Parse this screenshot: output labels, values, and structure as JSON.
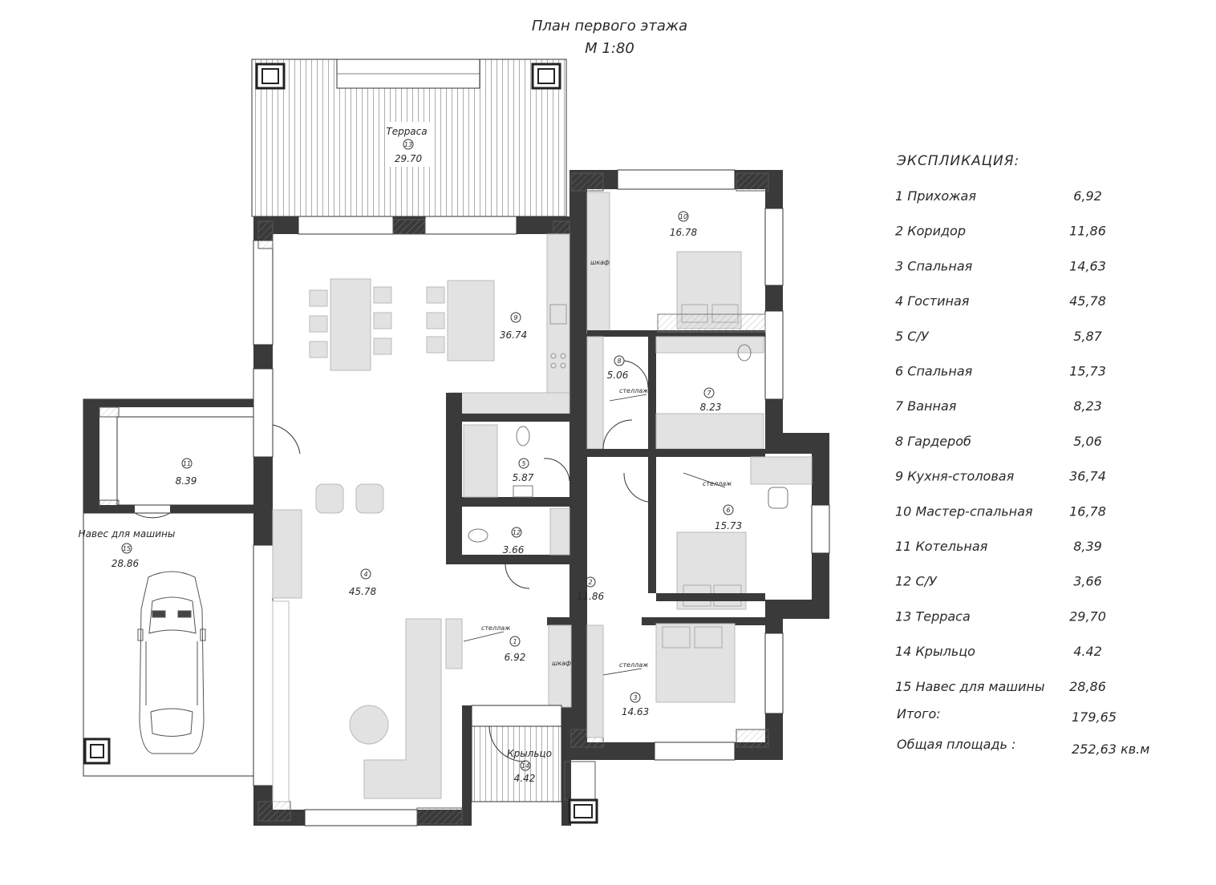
{
  "title": "План первого этажа",
  "scale": "М 1:80",
  "rooms": [
    {
      "num": "1",
      "area": "6.92"
    },
    {
      "num": "2",
      "area": "11.86"
    },
    {
      "num": "3",
      "area": "14.63"
    },
    {
      "num": "4",
      "area": "45.78"
    },
    {
      "num": "5",
      "area": "5.87"
    },
    {
      "num": "6",
      "area": "15.73"
    },
    {
      "num": "7",
      "area": "8.23"
    },
    {
      "num": "8",
      "area": "5.06"
    },
    {
      "num": "9",
      "area": "36.74"
    },
    {
      "num": "10",
      "area": "16.78"
    },
    {
      "num": "11",
      "area": "8.39"
    },
    {
      "num": "12",
      "area": "3.66"
    },
    {
      "num": "13",
      "name": "Терраса",
      "area": "29.70"
    },
    {
      "num": "14",
      "name": "Крыльцо",
      "area": "4.42"
    },
    {
      "num": "15",
      "name": "Навес для машины",
      "area": "28.86"
    }
  ],
  "labels": {
    "shelf": "стеллаж",
    "wardrobe": "шкаф"
  },
  "explication": {
    "heading": "ЭКСПЛИКАЦИЯ:",
    "items": [
      {
        "name": "1  Прихожая",
        "area": "6,92"
      },
      {
        "name": "2  Коридор",
        "area": "11,86"
      },
      {
        "name": "3  Спальная",
        "area": "14,63"
      },
      {
        "name": "4  Гостиная",
        "area": "45,78"
      },
      {
        "name": "5  С/У",
        "area": "5,87"
      },
      {
        "name": "6  Спальная",
        "area": "15,73"
      },
      {
        "name": "7  Ванная",
        "area": "8,23"
      },
      {
        "name": "8  Гардероб",
        "area": "5,06"
      },
      {
        "name": "9  Кухня-столовая",
        "area": "36,74"
      },
      {
        "name": "10  Мастер-спальная",
        "area": "16,78"
      },
      {
        "name": "11  Котельная",
        "area": "8,39"
      },
      {
        "name": "12  С/У",
        "area": "3,66"
      },
      {
        "name": "13  Терраса",
        "area": "29,70"
      },
      {
        "name": "14  Крыльцо",
        "area": "4.42"
      },
      {
        "name": "15  Навес для машины",
        "area": "28,86"
      }
    ],
    "total_label": "Итого:",
    "total_value": "179,65",
    "overall_label": "Общая площадь :",
    "overall_value": "252,63 кв.м"
  }
}
